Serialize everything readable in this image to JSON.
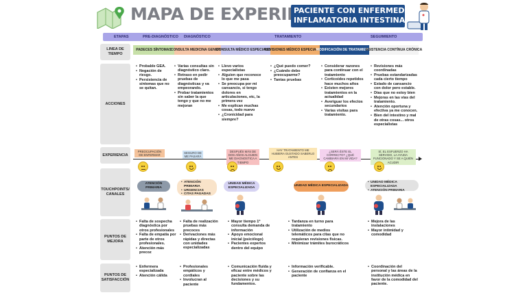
{
  "header": {
    "title": "MAPA DE EXPERIENCIA",
    "subtitle_line1": "PACIENTE CON ENFERMEDAD",
    "subtitle_line2": "INFLAMATORIA INTESTINAL",
    "map_icon": "map-pin-icon",
    "doctor_icon": "doctor-figure-icon",
    "accent": "#1f4e8c"
  },
  "stages": {
    "label": "ETAPAS",
    "items": [
      "PRE-DIAGNÓSTICO",
      "DIAGNÓSTICO",
      "TRATAMIENTO",
      "SEGUIMIENTO"
    ],
    "bar_color": "#a9a5e8"
  },
  "rows": {
    "timeline": "LINEA DE TIEMPO",
    "actions": "ACCIONES",
    "experience": "EXPERIENCIA",
    "touchpoints": "TOUCHPOINTS/ CANALES",
    "pain_points": "PUNTOS DE MEJORA",
    "satisfaction": "PUNTOS DE SATISFACCIÓN"
  },
  "timeline": [
    "PADECES SÍNTOMAS",
    "CONSULTA MEDICINA GENERAL",
    "CONSULTA MÉDICO ESPECIALISTA",
    "REVISIONES MÉDICO ESPECIALISTA",
    "MODIFICACIÓN DE TRATAMIENTO",
    "ASISTENCIA CONTÍNUA CRÓNICA"
  ],
  "actions": [
    [
      "Probable GEA.",
      "Negación de riesgo.",
      "Persistencia de síntomas que no se quitan."
    ],
    [
      "Varias consultas sin diagnóstico claro.",
      "Retraso en pedir pruebas de diagnósticas y va empeorando.",
      "Probar tratamientos sin saber la que tengo y que no me mejoran"
    ],
    [
      "Llevo varios especialistas",
      "Alguien que reconoce lo que me pasa",
      "Se preocupa por mi cansancio, si tengo dolores en articulaciones, etc, la primera vez",
      "Me explican muchas cosas, todo nuevo",
      "¿Cronicidad para siempre?"
    ],
    [
      "¿Qué puedo comer?",
      "¿Cuándo debo preocuparme?",
      "Tantas pruebas"
    ],
    [
      "Considerar razones para continuar con el tratamiento",
      "Corticoides repetidos hace muchos años",
      "Existen mejores tratamientos en la actualidad",
      "Averiguar los efectos secundarios",
      "Varias visitas para tratamiento."
    ],
    [
      "Revisiones más coordinadas",
      "Pruebas estandarizadas cada cierto tiempo",
      "Estado de cansancio con dolor pero estable.",
      "Días que no estoy bien",
      "Mejoras en las vías del tratamiento.",
      "Atención oportuna y efectiva ya me conocen.",
      "Bien del intestino y mal de otras cosas... otros especialistas"
    ]
  ],
  "experience": {
    "bubbles": [
      "PREOCUPACIÓN DE ENFERMAR",
      "SEGURO DE ME PASARÁ",
      "DESPUÉS MÁS DE DOS AÑOS ALGUIEN ME DIAGNOSTICA A TIEMPO",
      "HAY TRATAMIENTO ME HUBIERA GUSTADO SABERLO ANTES",
      "¿SERÁ ÉSTE EL CORRECTO? ¿QUÉ CAMBIARÁ EN MI VIDA?",
      "SÍ, EL ESFUERZO HA SERVIDO, LA AYUDA FUNCIONADO Y SE A QUIÉN ACUDIR"
    ],
    "faces": [
      "neutral-face-icon",
      "smile-face-icon",
      "sad-face-icon",
      "smile-face-icon",
      "sad-face-icon",
      "smile-face-icon"
    ]
  },
  "touchpoints": [
    [
      "ATENCIÓN PRIMARIA"
    ],
    [
      "ATENCIÓN PRIMARIA",
      "URGENCIAS",
      "CITAS PAGADAS"
    ],
    [
      "UNIDAD MÉDICA ESPECIALIZADA"
    ],
    [
      "UNIDAD MÉDICA ESPECIALIZADA"
    ],
    [
      "UNIDAD MÉDICA ESPECIALIZADA",
      "ATENCIÓN PRIMARIA"
    ]
  ],
  "pain_points": [
    [
      "Falta de sospecha diagnóstica por otros profesionales",
      "Falta de empatía por parte de otros profesionales.",
      "Atención más precoz"
    ],
    [
      "Falta de realización pruebas más precoces",
      "Derivaciones más rápidas y directas con unidades especializadas"
    ],
    [
      "Mayor tiempo 1ª consulta demanda de información",
      "Apoyo emocional inicial (psicólogo)",
      "Pacientes expertos dentro del equipo"
    ],
    [
      "Tardanza en turno para tratamiento",
      "Utilización de medios telemáticos para citas que no requieran revisiones físicas.",
      "Minimizar trámites burocráticos"
    ],
    [
      "Mejora de las instalaciones",
      "Mayor intimidad y comodidad"
    ]
  ],
  "satisfaction": [
    [
      "Enfermera especializada",
      "Atención cálida"
    ],
    [
      "Profesionales empáticos y cordiales",
      "Involucran al paciente"
    ],
    [
      "Comunicación fluida y eficaz entre médicos y paciente sobre las decisiones y su fundamentos."
    ],
    [
      "Información verificable.",
      "Generación de confianza en el paciente"
    ],
    [
      "Coordinación del personal y las áreas de la institución médica en favor de la comodidad del paciente."
    ]
  ]
}
